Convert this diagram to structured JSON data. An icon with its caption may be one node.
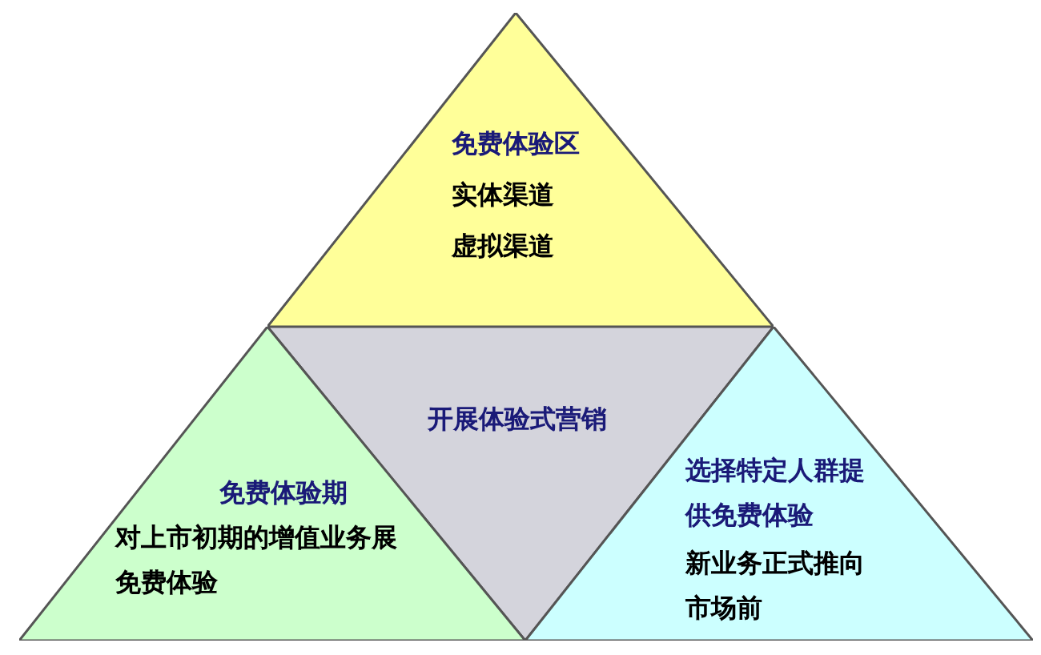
{
  "diagram": {
    "nodes": [
      {
        "text": [
          "免费体验区",
          "实体渠道",
          "虚拟渠道"
        ]
      },
      {
        "text": [
          "开展体验式营销"
        ]
      },
      {
        "text": [
          "免费体验期",
          "对上市初期的增值业务展免费体验"
        ]
      },
      {
        "text": [
          "选择特定人群提供免费体验",
          "新业务正式推向市场前"
        ]
      }
    ]
  }
}
